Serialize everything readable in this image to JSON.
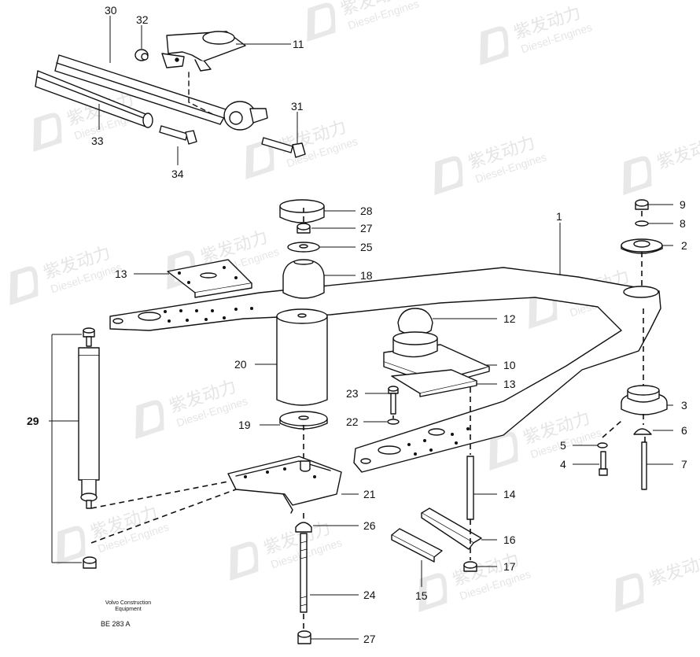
{
  "callouts": {
    "c1": "1",
    "c2": "2",
    "c3": "3",
    "c4": "4",
    "c5": "5",
    "c6": "6",
    "c7": "7",
    "c8": "8",
    "c9": "9",
    "c10": "10",
    "c11": "11",
    "c12": "12",
    "c13a": "13",
    "c13b": "13",
    "c14": "14",
    "c15": "15",
    "c16": "16",
    "c17": "17",
    "c18": "18",
    "c19": "19",
    "c20": "20",
    "c21": "21",
    "c22": "22",
    "c23": "23",
    "c24": "24",
    "c25": "25",
    "c26": "26",
    "c27a": "27",
    "c27b": "27",
    "c28": "28",
    "c29": "29",
    "c30": "30",
    "c31": "31",
    "c32": "32",
    "c33": "33",
    "c34": "34"
  },
  "caption": {
    "line1": "Volvo Construction",
    "line2": "Equipment",
    "code": "BE 283 A"
  },
  "watermark": {
    "cn": "紫发动力",
    "en": "Diesel-Engines"
  }
}
